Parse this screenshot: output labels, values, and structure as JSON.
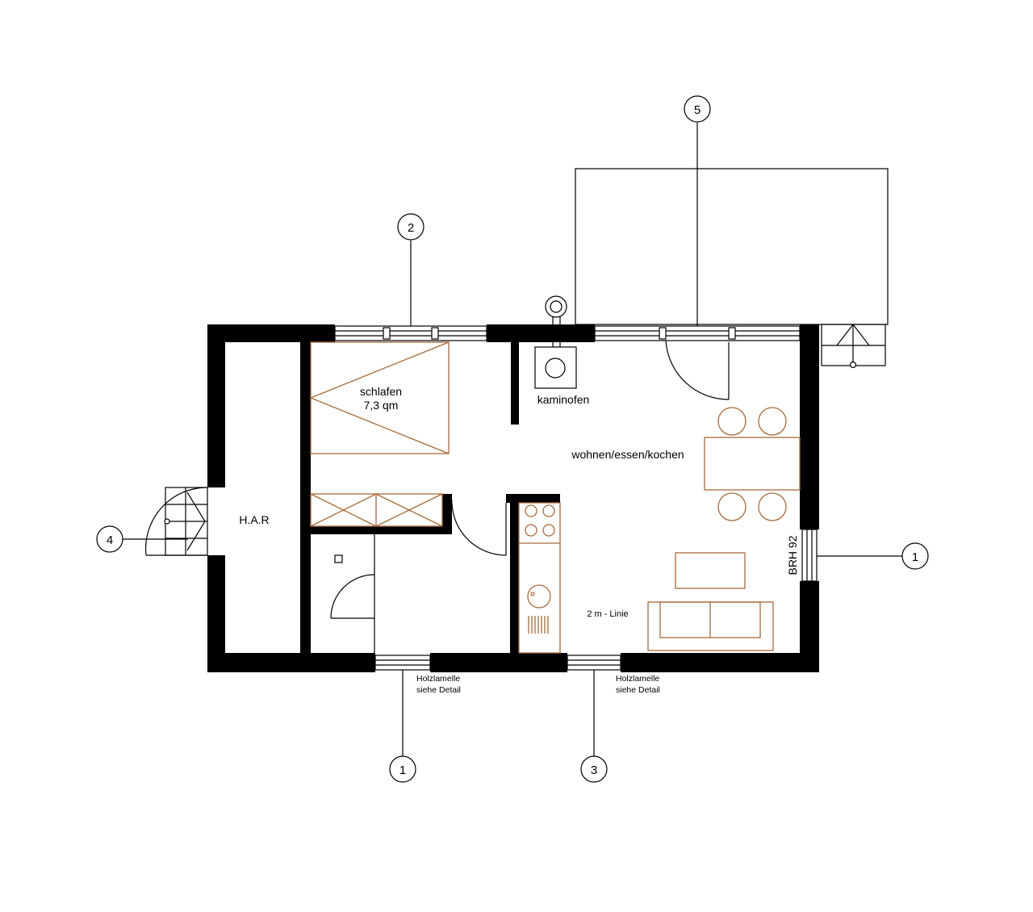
{
  "rooms": {
    "schlafen": "schlafen",
    "schlafen_area": "7,3 qm",
    "kaminofen": "kaminofen",
    "wohnen": "wohnen/essen/kochen",
    "har": "H.A.R",
    "brh": "BRH 92",
    "linie": "2 m - Linie"
  },
  "notes": {
    "holz1_line1": "Holzlamelle",
    "holz1_line2": "siehe Detail",
    "holz2_line1": "Holzlamelle",
    "holz2_line2": "siehe Detail"
  },
  "markers": {
    "m1_bottom": "1",
    "m2": "2",
    "m3": "3",
    "m4": "4",
    "m5": "5",
    "m1_right": "1"
  },
  "colors": {
    "wall": "#000000",
    "furniture": "#a86a3a",
    "background": "#ffffff"
  }
}
